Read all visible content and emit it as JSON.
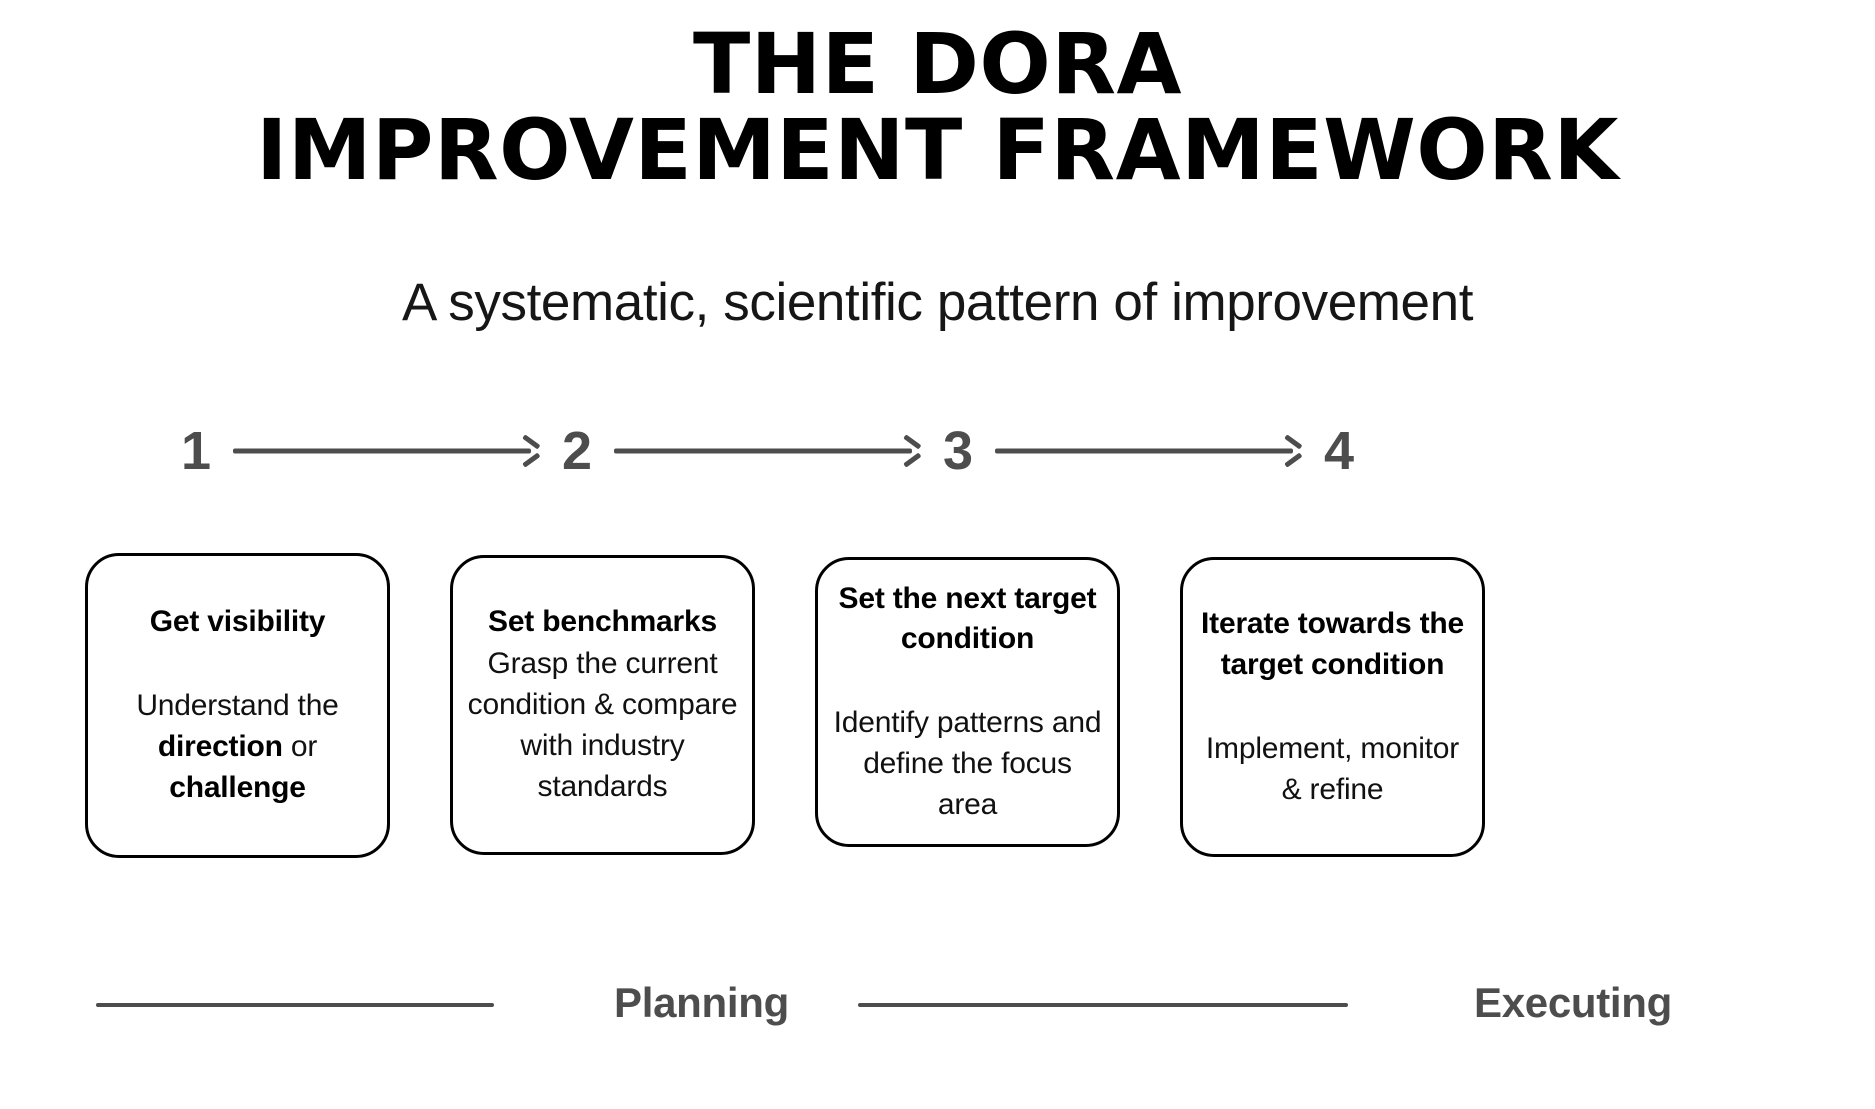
{
  "title": {
    "line1": "THE DORA",
    "line2": "IMPROVEMENT FRAMEWORK"
  },
  "subtitle": "A systematic, scientific pattern of improvement",
  "steps": [
    {
      "number": "1"
    },
    {
      "number": "2"
    },
    {
      "number": "3"
    },
    {
      "number": "4"
    }
  ],
  "cards": [
    {
      "heading": "Get visibility",
      "body_prefix": "Understand the ",
      "body_bold_1": "direction",
      "body_middle": " or ",
      "body_bold_2": "challenge",
      "body_suffix": ""
    },
    {
      "heading": "Set benchmarks",
      "body": "Grasp the current condition & compare with industry standards"
    },
    {
      "heading": "Set the next target condition",
      "body": "Identify patterns and define the focus area"
    },
    {
      "heading": "Iterate towards the target condition",
      "body": "Implement, monitor & refine"
    }
  ],
  "phases": {
    "planning": "Planning",
    "executing": "Executing"
  },
  "colors": {
    "accent_gray": "#4d4d4d",
    "text_black": "#000000",
    "background": "#ffffff"
  }
}
